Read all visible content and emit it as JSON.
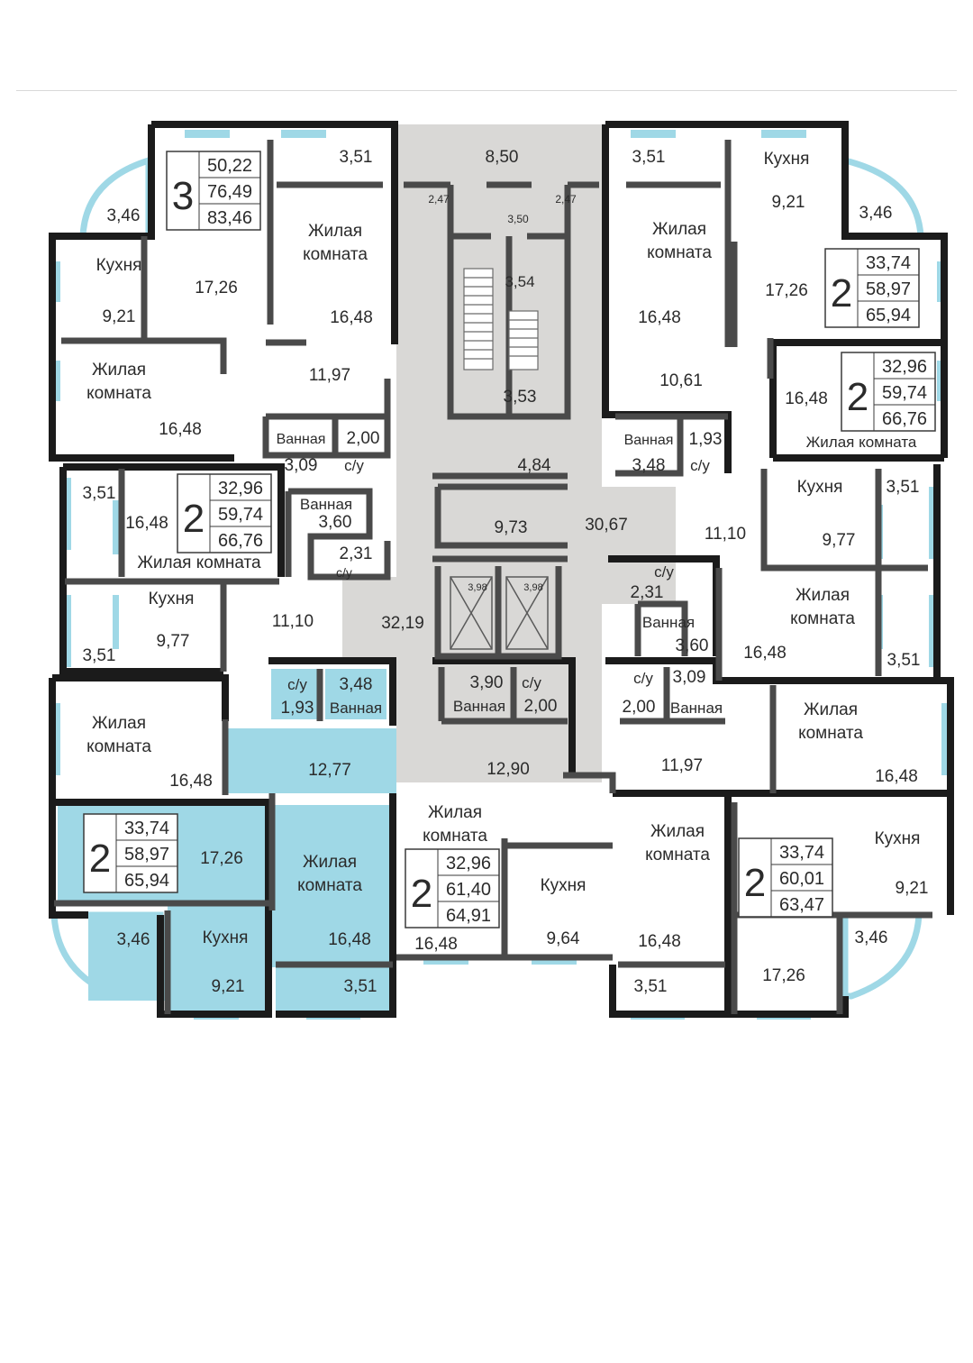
{
  "colors": {
    "wall": "#3e3e3e",
    "outer_wall": "#1b1b1b",
    "core": "#d9d8d6",
    "highlight": "#9fd8e6",
    "window": "#9fd8e6",
    "room": "#ffffff"
  },
  "core": {
    "lobby_top": "8,50",
    "vest_left": "2,47",
    "vest_mid": "3,50",
    "vest_right": "2,47",
    "stair_upper": "3,54",
    "stair_lower": "3,53",
    "corridor_a": "4,84",
    "elevator_hall": "9,73",
    "corridor_right": "30,67",
    "corridor_left": "32,19",
    "elevator_1": "3,98",
    "elevator_2": "3,98"
  },
  "apartments": [
    {
      "id": "top-left",
      "rooms": "3",
      "summary": [
        "50,22",
        "76,49",
        "83,46"
      ],
      "labels": {
        "balcony_top": "3,51",
        "balcony_round": "3,46",
        "kitchen_title": "Кухня",
        "kitchen_area": "9,21",
        "kitchen_zone": "17,26",
        "room1_title": "Жилая комната",
        "room1_area": "16,48",
        "room2_title": "Жилая комната",
        "room2_area": "16,48",
        "hall": "11,97",
        "bath_title": "Ванная",
        "bath_area": "3,09",
        "wc_area": "2,00",
        "wc_title": "с/у"
      }
    },
    {
      "id": "top-right",
      "rooms": "2",
      "summary": [
        "33,74",
        "58,97",
        "65,94"
      ],
      "labels": {
        "balcony_top": "3,51",
        "kitchen_title": "Кухня",
        "kitchen_area": "9,21",
        "balcony_round": "3,46",
        "room_title": "Жилая комната",
        "room_area": "16,48",
        "kitchen_zone": "17,26",
        "hall": "10,61",
        "bath_title": "Ванная",
        "bath_area": "3,48",
        "wc_area": "1,93",
        "wc_title": "с/у"
      }
    },
    {
      "id": "right-upper",
      "rooms": "2",
      "summary": [
        "32,96",
        "59,74",
        "66,76"
      ],
      "labels": {
        "room_area": "16,48",
        "room_title": "Жилая комната",
        "kitchen_title": "Кухня",
        "kitchen_area": "9,77",
        "balcony1": "3,51",
        "hall": "11,10",
        "wc_title": "с/у",
        "wc_area": "2,31",
        "bath_title": "Ванная",
        "bath_area": "3,60",
        "room2_title": "Жилая комната",
        "room2_area": "16,48",
        "balcony2": "3,51"
      }
    },
    {
      "id": "left-upper",
      "rooms": "2",
      "summary": [
        "32,96",
        "59,74",
        "66,76"
      ],
      "labels": {
        "balcony1": "3,51",
        "room_area": "16,48",
        "room_title": "Жилая комната",
        "bath_title": "Ванная",
        "bath_area": "3,60",
        "wc_area": "2,31",
        "wc_title": "с/у",
        "kitchen_title": "Кухня",
        "kitchen_area": "9,77",
        "hall": "11,10",
        "balcony2": "3,51"
      }
    },
    {
      "id": "bottom-left",
      "rooms": "2",
      "summary": [
        "33,74",
        "58,97",
        "65,94"
      ],
      "labels": {
        "wc_title": "с/у",
        "wc_area": "1,93",
        "bath_area": "3,48",
        "bath_title": "Ванная",
        "room_title": "Жилая комната",
        "room_area": "16,48",
        "hall": "12,77",
        "kitchen_zone": "17,26",
        "room2_title": "Жилая комната",
        "room2_area": "16,48",
        "balcony_round": "3,46",
        "kitchen_title": "Кухня",
        "kitchen_area": "9,21",
        "balcony": "3,51"
      }
    },
    {
      "id": "bottom-mid",
      "rooms": "2",
      "summary": [
        "32,96",
        "61,40",
        "64,91"
      ],
      "labels": {
        "bath_area": "3,90",
        "bath_title": "Ванная",
        "wc_title": "с/у",
        "wc_area": "2,00",
        "hall": "12,90",
        "room_title": "Жилая комната",
        "room_area": "16,48",
        "kitchen_title": "Кухня",
        "kitchen_area": "9,64"
      }
    },
    {
      "id": "bottom-right",
      "rooms": "2",
      "summary": [
        "33,74",
        "60,01",
        "63,47"
      ],
      "labels": {
        "wc_title": "с/у",
        "wc_area": "2,00",
        "bath_area": "3,09",
        "bath_title": "Ванная",
        "hall": "11,97",
        "room_title": "Жилая комната",
        "room_area": "16,48",
        "room2_title": "Жилая комната",
        "room2_area": "16,48",
        "balcony": "3,51",
        "kitchen_title": "Кухня",
        "kitchen_area": "9,21",
        "balcony_round": "3,46",
        "kitchen_zone": "17,26"
      }
    }
  ]
}
